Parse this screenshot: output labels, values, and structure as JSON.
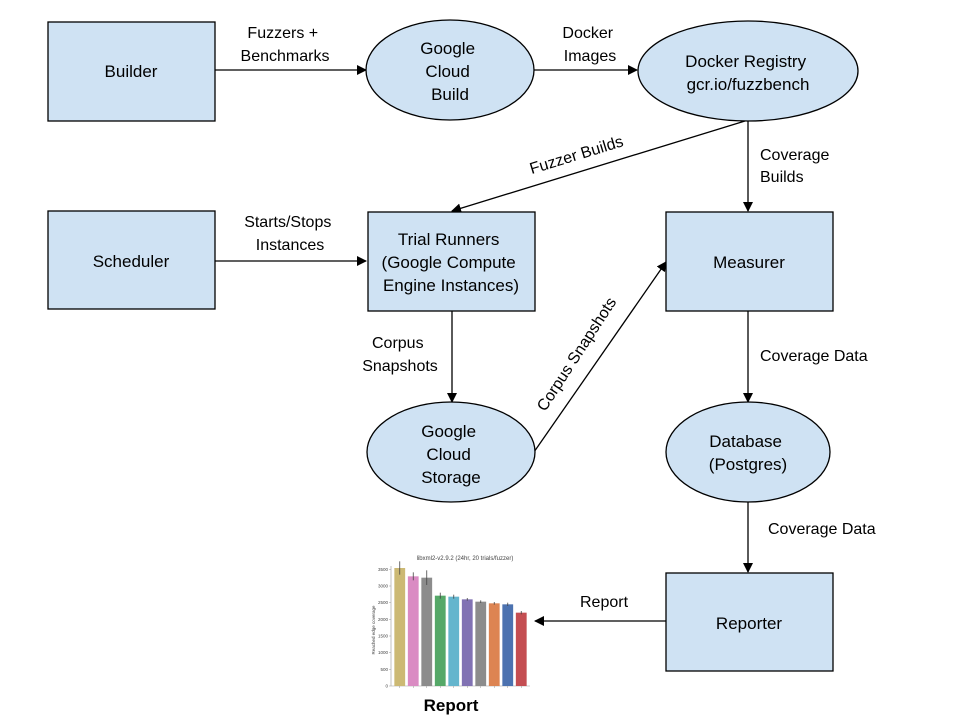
{
  "nodes": {
    "builder": [
      "Builder"
    ],
    "cloud_build": [
      "Google",
      "Cloud",
      "Build"
    ],
    "docker_registry": [
      "Docker Registry",
      "gcr.io/fuzzbench"
    ],
    "scheduler": [
      "Scheduler"
    ],
    "trial_runners": [
      "Trial Runners",
      "(Google Compute",
      "Engine Instances)"
    ],
    "measurer": [
      "Measurer"
    ],
    "cloud_storage": [
      "Google",
      "Cloud",
      "Storage"
    ],
    "database": [
      "Database",
      "(Postgres)"
    ],
    "reporter": [
      "Reporter"
    ]
  },
  "edges": {
    "fuzzers_benchmarks": [
      "Fuzzers +",
      "Benchmarks"
    ],
    "docker_images": [
      "Docker",
      "Images"
    ],
    "fuzzer_builds": [
      "Fuzzer Builds"
    ],
    "coverage_builds": [
      "Coverage",
      "Builds"
    ],
    "starts_stops": [
      "Starts/Stops",
      "Instances"
    ],
    "corpus_snapshots_down": [
      "Corpus",
      "Snapshots"
    ],
    "corpus_snapshots_diag": [
      "Corpus Snapshots"
    ],
    "coverage_data_1": [
      "Coverage Data"
    ],
    "coverage_data_2": [
      "Coverage Data"
    ],
    "report_edge": [
      "Report"
    ]
  },
  "report_caption": "Report",
  "colors": {
    "node_fill": "#cfe2f3",
    "node_stroke": "#000000",
    "edge": "#000000"
  },
  "chart_data": {
    "type": "bar",
    "title": "libxml2-v2.9.2 (24hr, 20 trials/fuzzer)",
    "ylabel": "Reached edge coverage",
    "ylim": [
      0,
      3600
    ],
    "yticks": [
      "0",
      "500",
      "1000",
      "1500",
      "2000",
      "2500",
      "3000",
      "3500"
    ],
    "values": [
      3540,
      3290,
      3250,
      2710,
      2680,
      2600,
      2530,
      2480,
      2450,
      2200
    ],
    "errors": [
      200,
      120,
      220,
      90,
      60,
      40,
      40,
      40,
      50,
      50
    ],
    "colors": [
      "#ccb974",
      "#da8bc3",
      "#8c8c8c",
      "#55a868",
      "#64b5cd",
      "#8172b3",
      "#8c8c8c",
      "#dd8452",
      "#4c72b0",
      "#c44e52"
    ]
  }
}
